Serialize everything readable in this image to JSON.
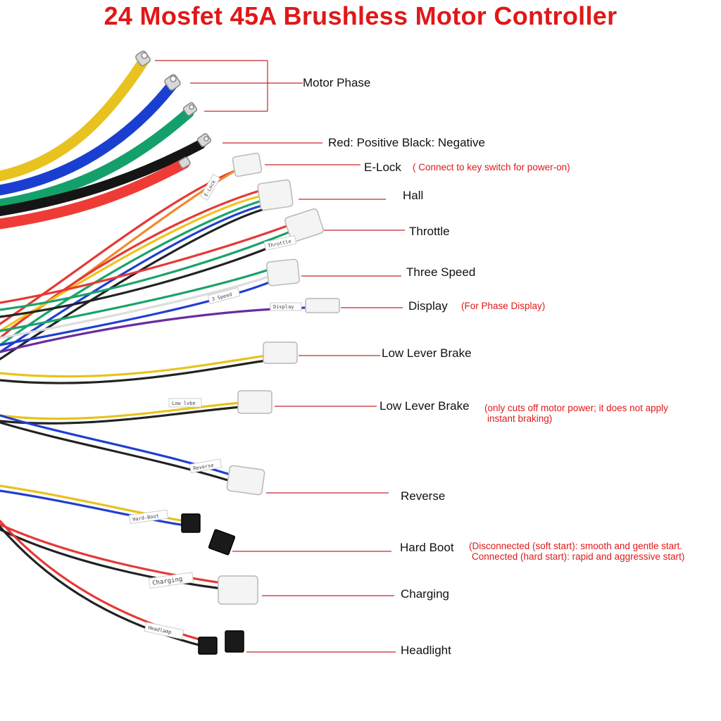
{
  "title": "24 Mosfet 45A Brushless Motor Controller",
  "colors": {
    "title": "#e01818",
    "note": "#e01818",
    "leader": "#c8282a",
    "label": "#111111"
  },
  "labels": {
    "motor_phase": "Motor Phase",
    "power": "Red: Positive  Black: Negative",
    "e_lock": "E-Lock",
    "e_lock_note": "( Connect to key switch for power-on)",
    "hall": "Hall",
    "throttle": "Throttle",
    "three_speed": "Three Speed",
    "display": "Display",
    "display_note": "(For Phase Display)",
    "low_lever_brake_1": "Low Lever Brake",
    "low_lever_brake_2": "Low Lever Brake",
    "low_lever_brake_2_note_1": "(only cuts off motor power; it does not apply",
    "low_lever_brake_2_note_2": "instant braking)",
    "reverse": "Reverse",
    "hard_boot": "Hard Boot",
    "hard_boot_note_1": "(Disconnected (soft start): smooth and gentle start.",
    "hard_boot_note_2": "Connected (hard start): rapid and aggressive start)",
    "charging": "Charging",
    "headlight": "Headlight"
  },
  "cable_tags": {
    "e_lock": "E-Lock",
    "throttle": "Throttle",
    "three_speed": "3 Speed",
    "display": "Display",
    "low_lever_brake": "Low lvbe",
    "reverse": "Reverse",
    "hard_boot": "Hard-Boot",
    "charging": "Charging",
    "headlight": "Headlamp"
  }
}
